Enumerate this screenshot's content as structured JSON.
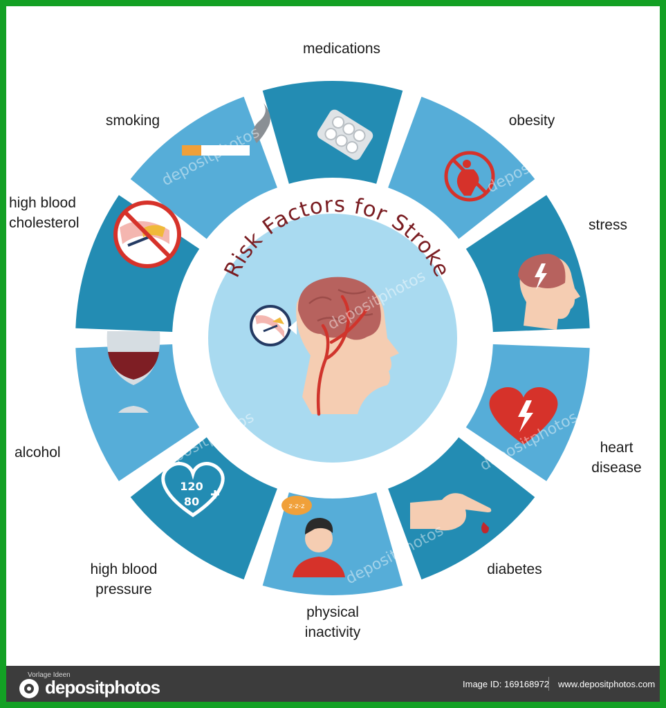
{
  "diagram": {
    "title": "Risk Factors for Stroke",
    "factors": [
      {
        "label": "medications",
        "icon": "pill-pack-icon"
      },
      {
        "label": "obesity",
        "icon": "obesity-icon"
      },
      {
        "label": "stress",
        "icon": "stress-head-icon"
      },
      {
        "label": "heart\ndisease",
        "icon": "heart-bolt-icon"
      },
      {
        "label": "diabetes",
        "icon": "finger-blood-icon"
      },
      {
        "label": "physical\ninactivity",
        "icon": "sleepy-person-icon"
      },
      {
        "label": "high blood\npressure",
        "icon": "blood-pressure-heart-icon"
      },
      {
        "label": "alcohol",
        "icon": "wine-glass-icon"
      },
      {
        "label": "high blood\ncholesterol",
        "icon": "clogged-artery-icon"
      },
      {
        "label": "smoking",
        "icon": "cigarette-icon"
      }
    ],
    "bp_values": {
      "systolic": "120",
      "diastolic": "80"
    },
    "sleep_text": "z-z-z",
    "colors": {
      "segment_dark": "#238cb3",
      "segment_light": "#56add8",
      "center_fill": "#a9daf0",
      "title": "#7a1d22",
      "brain": "#b7625e",
      "skin": "#f5cdb2",
      "artery": "#d0342c",
      "no_sign": "#d6322a"
    }
  },
  "watermark": {
    "text": "depositphotos"
  },
  "footer": {
    "small_text": "Vorlage Ideen",
    "brand": "depositphotos",
    "image_id": "Image ID: 169168972",
    "site": "www.depositphotos.com"
  }
}
